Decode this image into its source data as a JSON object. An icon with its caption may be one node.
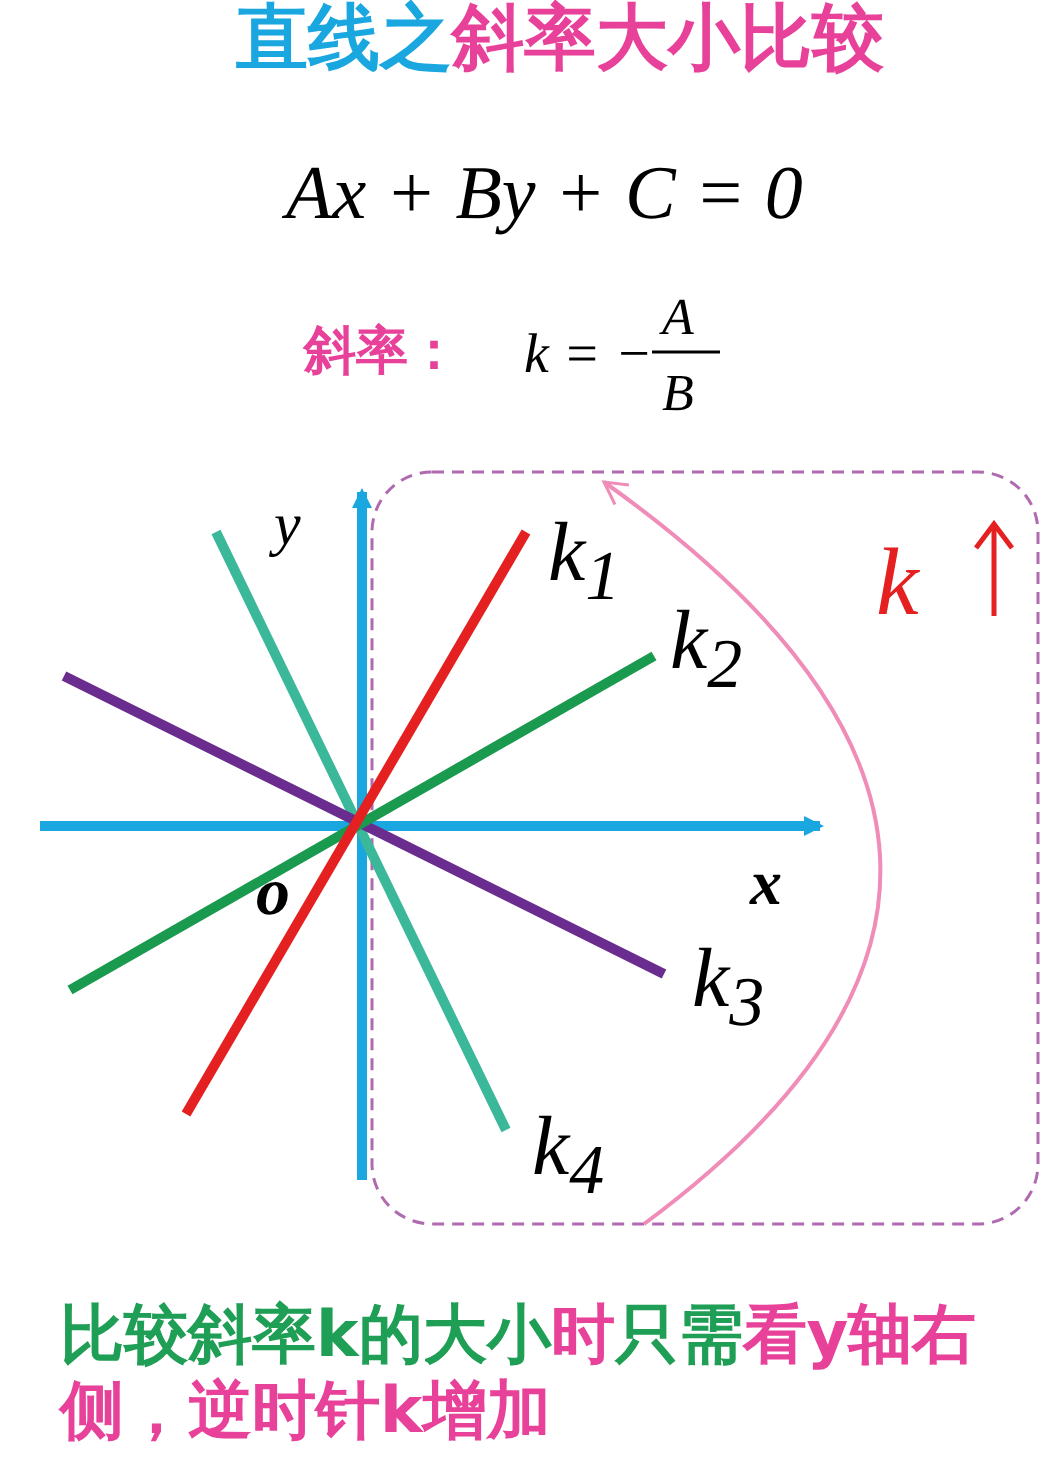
{
  "diagram": {
    "title": "直线之斜率大小比较",
    "labels": [
      "Ax + By + C = 0",
      "斜率：",
      "k = −",
      "A",
      "B",
      "y",
      "k$_{1}$",
      "k$_{2}$",
      "k",
      "x",
      "o",
      "k$_{3}$",
      "k$_{4}$"
    ],
    "caption": "比较斜率k的大小时只需看y轴右侧，逆时针k增加"
  }
}
